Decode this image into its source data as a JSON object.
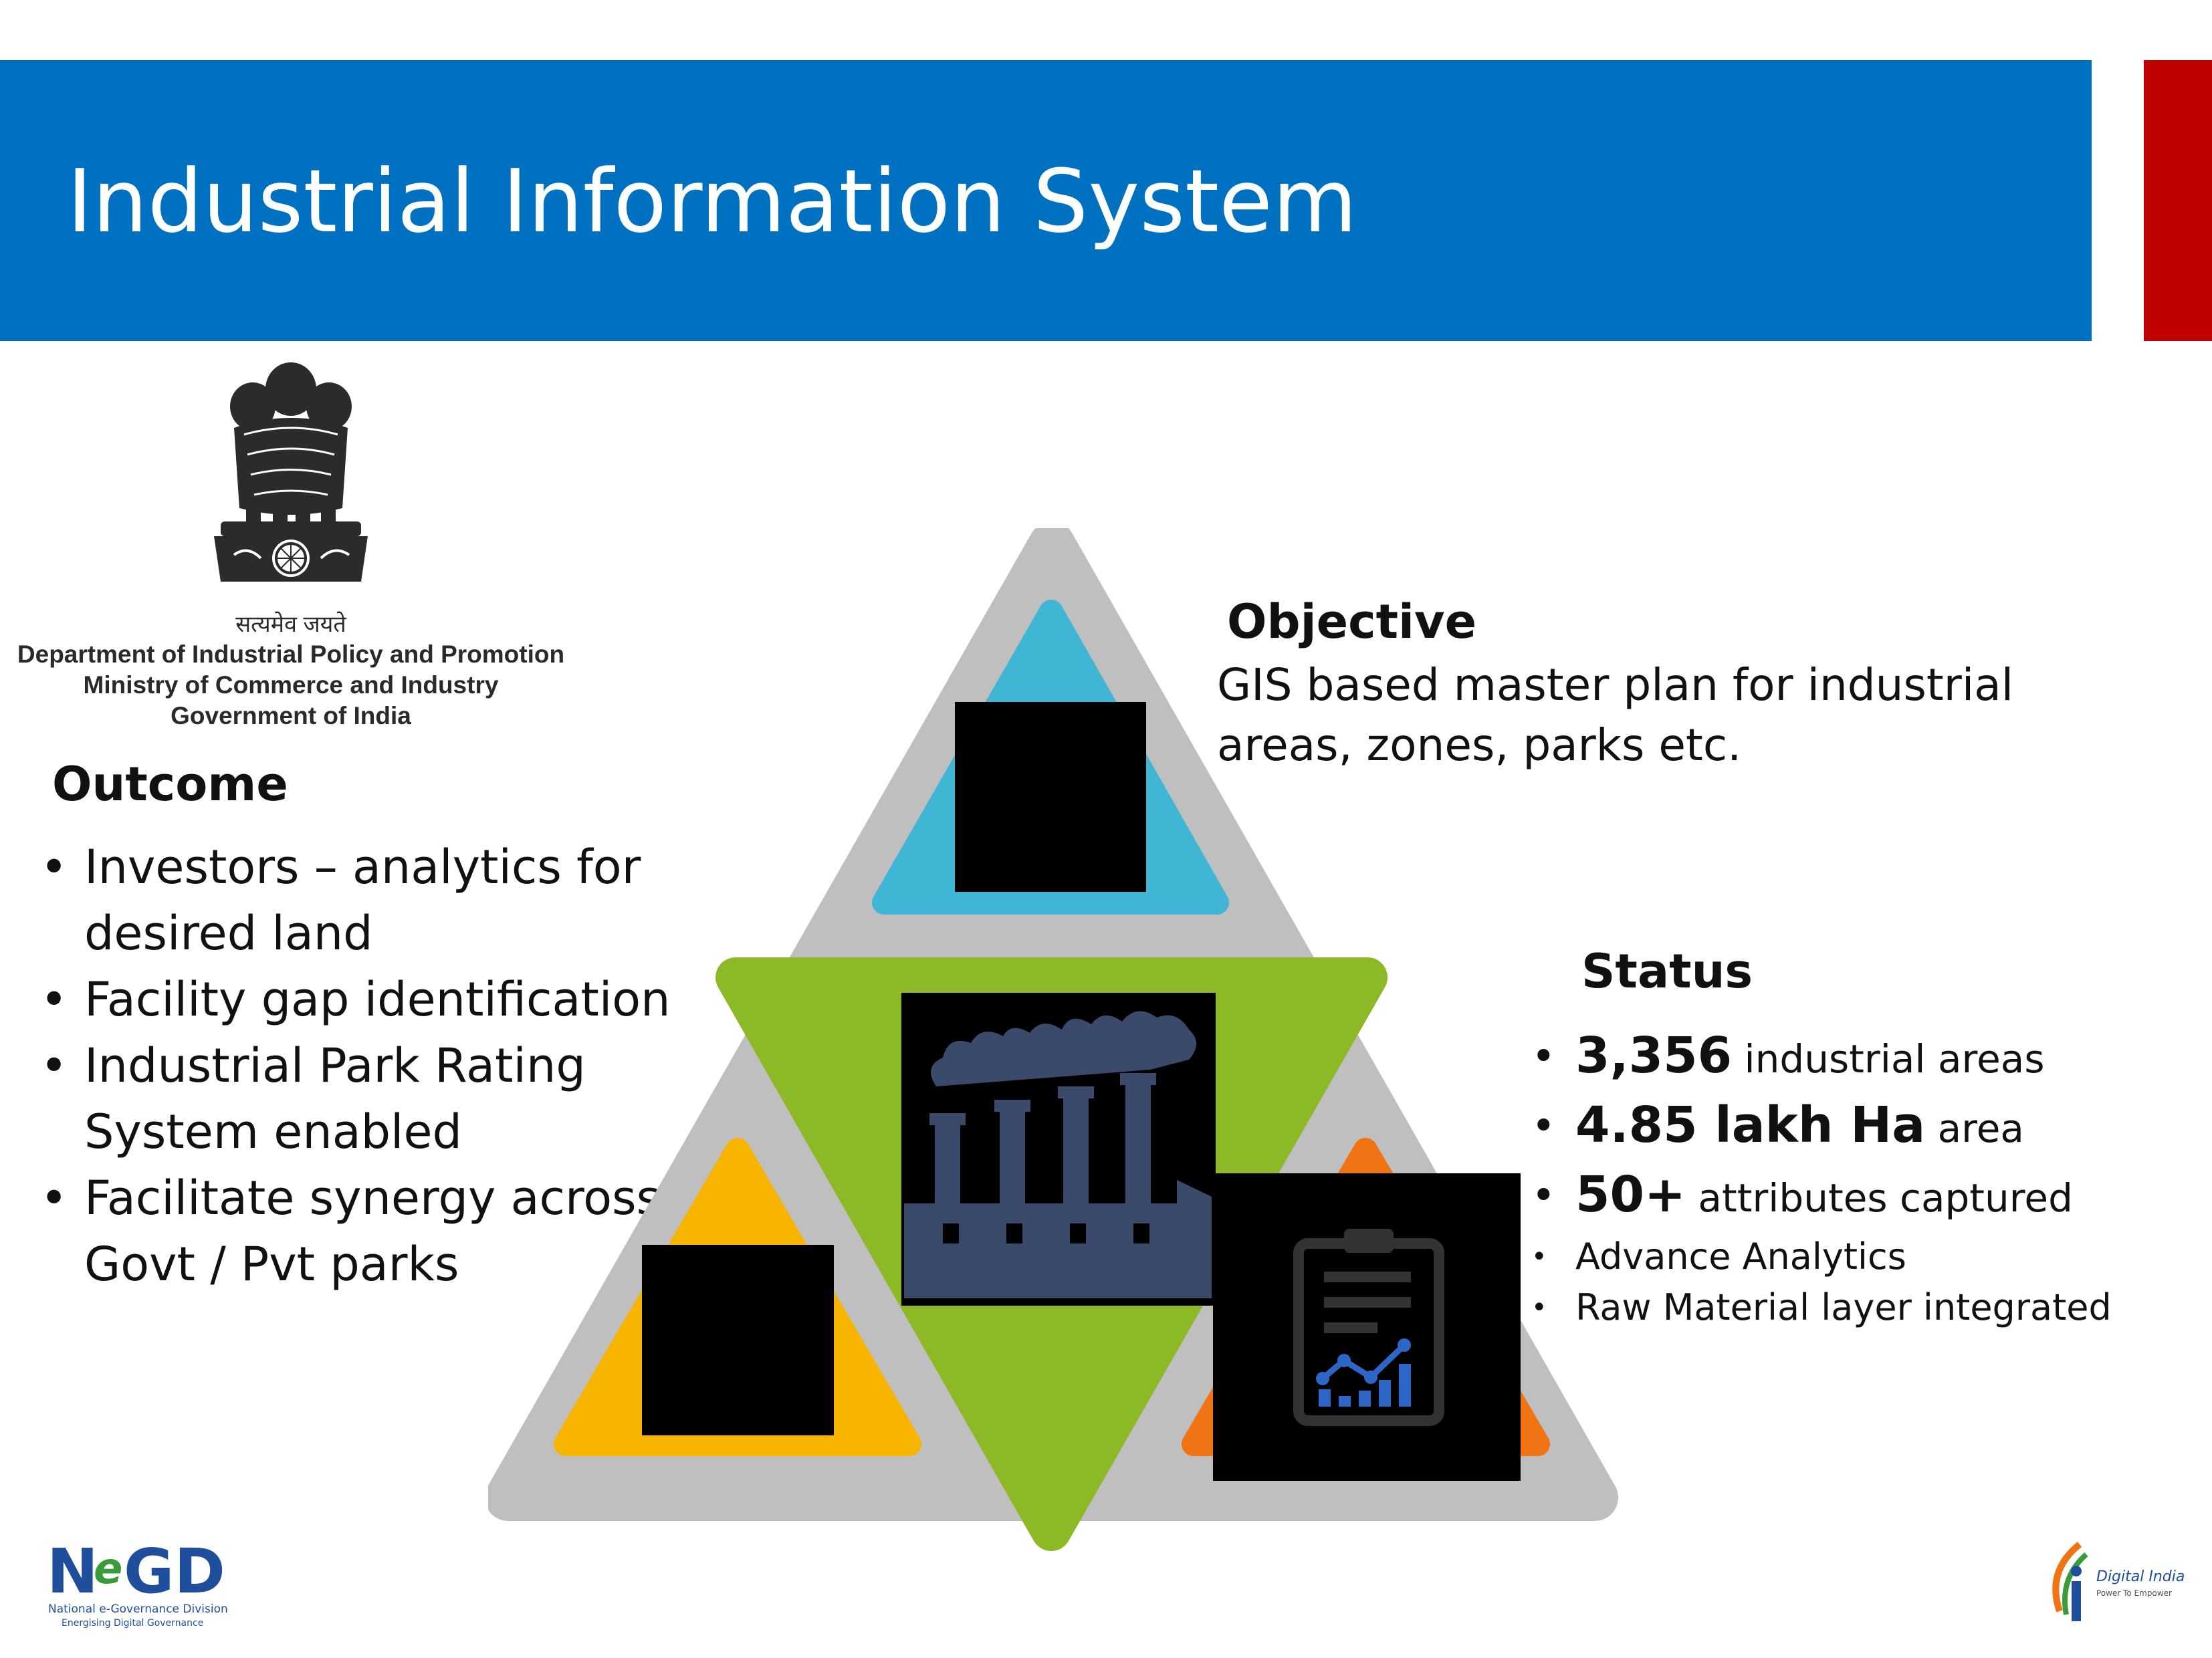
{
  "slide": {
    "title": "Industrial Information System"
  },
  "department": {
    "motto": "सत्यमेव जयते",
    "line1": "Department of Industrial Policy and Promotion",
    "line2": "Ministry of Commerce and Industry",
    "line3": "Government of India"
  },
  "outcome": {
    "heading": "Outcome",
    "items": [
      [
        "Investors – analytics for",
        "desired land"
      ],
      [
        "Facility gap identification"
      ],
      [
        "Industrial Park Rating",
        "System enabled"
      ],
      [
        "Facilitate synergy across",
        "Govt / Pvt parks"
      ]
    ]
  },
  "objective": {
    "heading": "Objective",
    "line1": "GIS based master plan for industrial",
    "line2": "areas, zones, parks etc."
  },
  "status": {
    "heading": "Status",
    "items": [
      {
        "value": "3,356",
        "text": "industrial areas"
      },
      {
        "value": "4.85 lakh Ha",
        "text": "area"
      },
      {
        "value": "50+",
        "text": "attributes captured"
      },
      {
        "text": "Advance Analytics"
      },
      {
        "text": "Raw Material layer integrated"
      }
    ]
  },
  "logos": {
    "negd_line1": "National e-Governance Division",
    "negd_line2": "Energising Digital Governance",
    "digital_india_title": "Digital India",
    "digital_india_tagline": "Power To Empower"
  },
  "colors": {
    "banner_blue": "#0070C0",
    "accent_red": "#C00000",
    "triangle_gray": "#BFBFBF",
    "top_cyan": "#41B6D4",
    "center_green": "#8DB926",
    "left_yellow": "#F7B500",
    "right_orange": "#F07414",
    "icon_slate": "#3B4A6B",
    "icon_chart_blue": "#2E66C8"
  },
  "icons": {
    "center": "factory-icon",
    "bottom_right": "clipboard-chart-icon"
  }
}
